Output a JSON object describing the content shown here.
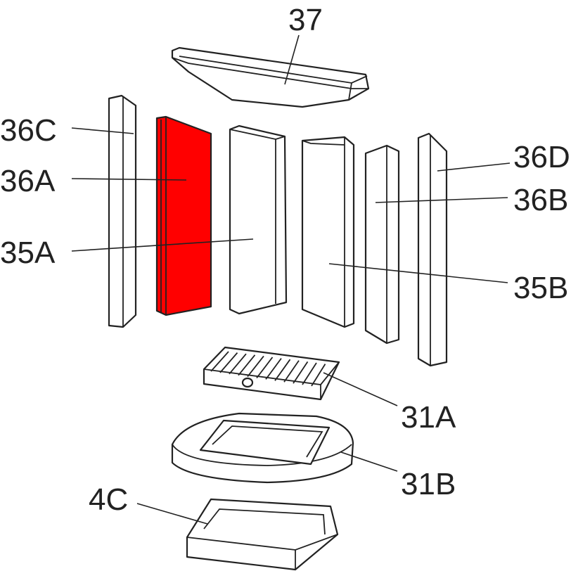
{
  "diagram": {
    "highlight_color": "#ff0000",
    "highlighted_part": "36A",
    "labels": {
      "p37": "37",
      "p36C": "36C",
      "p36A": "36A",
      "p35A": "35A",
      "p36D": "36D",
      "p36B": "36B",
      "p35B": "35B",
      "p31A": "31A",
      "p31B": "31B",
      "p4C": "4C"
    }
  }
}
